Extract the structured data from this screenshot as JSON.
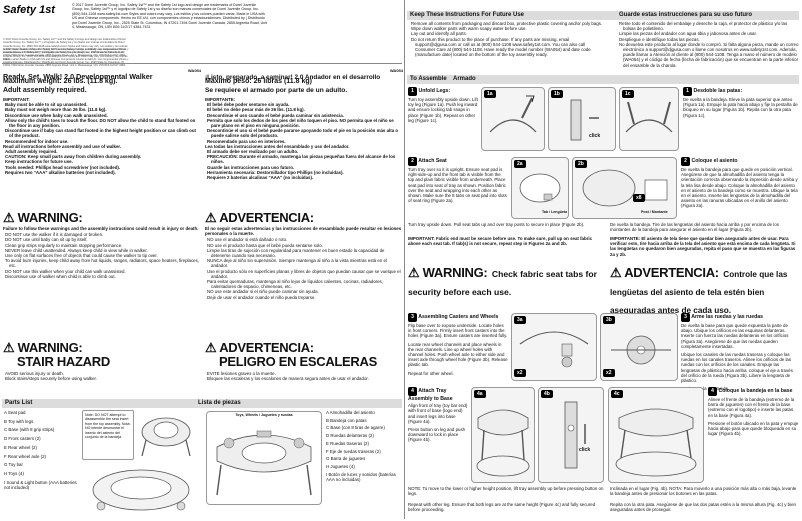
{
  "header": {
    "logo": "Safety 1st",
    "copyright": "© 2017 Dorel Juvenile Group, Inc. Safety 1st™ and the Safety 1st logo and design are trademarks of Dorel Juvenile Group, Inc. Safety 1st™ y el logotipo de Safety 1st y su diseño son marcas comerciales de Dorel Juvenile Group, Inc. (800) 544-1108 www.safety1st.com Styles and colors may vary. Los estilos y los colores pueden variar. Made in USA with US and Chinese components. Hecho en EE.UU. con componentes chinos y estadounidenses. Distributed by | Distribuido por Dorel Juvenile Group, Inc., 2525 State St, Columbus, IN 47201-7494 Dorel Juvenile Canada, 2855 Argentia Road, Unit 4, Mississauga, ON, L5N 8G6 11/2/17 4384-7431"
  },
  "english": {
    "title": "Ready, Set, Walk! 2.0 Developmental Walker",
    "model": "WA054",
    "max_weight": "Maximum weight: 26 lbs. (11.8 kg).",
    "adult_assembly": "Adult assembly required.",
    "important_label": "IMPORTANT:",
    "important": [
      "Baby must be able to sit up unassisted.",
      "Baby must not weigh more than 26 lbs. (11.8 kg).",
      "Discontinue use when baby can walk unassisted.",
      "Allow only the child's toes to touch the floor. DO NOT allow the child to stand flat footed on the floor in any position.",
      "Discontinue use if baby can stand flat footed in the highest height position or can climb out of the product.",
      "Recommended for indoor use."
    ],
    "read_all": "Read all instructions before assembly and use of walker.",
    "notes": [
      "Adult assembly required.",
      "CAUTION: Keep small parts away from children during assembly.",
      "Keep instructions for future use.",
      "Tools needed: Phillips head screwdriver (not included).",
      "Requires two \"AAA\" alkaline batteries (not included)."
    ],
    "warning_title": "WARNING:",
    "warning_intro": "Failure to follow these warnings and the assembly instructions could result in injury or death.",
    "warnings": [
      "DO NOT use the walker if it is damaged or broken.",
      "DO NOT use until baby can sit up by itself.",
      "Clean grip strips regularly to maintain stopping performance.",
      "NEVER leave child unattended. Always keep child in view while in walker.",
      "Use only on flat surfaces free of objects that could cause the walker to tip over.",
      "To avoid burn injuries, keep child away from hot liquids, ranges, radiators, space heaters, fireplaces, etc.",
      "DO NOT use this walker when your child can walk unassisted.",
      "Discontinue use of walker when child is able to climb out."
    ],
    "stair_title": "WARNING:",
    "stair_sub": "STAIR HAZARD",
    "stair": [
      "AVOID serious injury or death.",
      "Block stairs/steps securely before using walker."
    ]
  },
  "spanish": {
    "title": "¡Listo, preparado, a caminar! 2.0 Andador en el desarrollo",
    "model": "WA054",
    "max_weight": "Máximo peso: 26 libras (11.8 kg)",
    "adult_assembly": "Se requiere el armado por parte de un adulto.",
    "important_label": "IMPORTANTE:",
    "important": [
      "El bebé debe poder sentarse sin ayuda.",
      "El bebé no debe pesar más de 26 lbs. (11.8 kg).",
      "Descontinúe el uso cuando el bebé pueda caminar sin asistencia.",
      "Permita que solo los dedos de los pies del niño toquen el piso. NO permita que el niño se pare plano en el piso en ninguna posición.",
      "Descontinúe el uso si el bebé puede pararse apoyando todo el pie en la posición más alta o puede salirse solo del producto.",
      "Recomendado para uso en interiores."
    ],
    "read_all": "Lea todas las instrucciones antes del ensamblado y uso del andador.",
    "notes": [
      "El armado debe ser realizado por un adulto.",
      "PRECAUCIÓN: Durante el armado, mantenga las piezas pequeñas fuera del alcance de los niños.",
      "Guarde las instrucciones para uso futuro.",
      "Herramienta necesaria: Destornillador tipo Phillips (no incluidas).",
      "Requiere 2 baterías alcalinas \"AAA\" (no incluidas)."
    ],
    "warning_title": "ADVERTENCIA:",
    "warning_intro": "El no seguir estas advertencias y las instrucciones de ensamblado puede resultar en lesiones personales o la muerte.",
    "warnings": [
      "NO use el andador si está dañado o roto.",
      "NO use el producto hasta que el bebé pueda sentarse solo.",
      "Limpie las tiras de sujeción con regularidad para mantener en buen estado la capacidad de detenerse cuando sea necesario.",
      "NUNCA deje al niño sin supervisión. Siempre mantenga al niño a la vista mientras está en el andador.",
      "Use el producto sólo en superficies planas y libres de objetos que puedan causar que se vuelque el andador.",
      "Para evitar quemaduras, mantenga al niño lejos de líquidos calientes, cocinas, radiadores, calentadores de espacio, chimeneas, etc.",
      "NO use este andador si el niño puede caminar sin ayuda.",
      "Deje de usar el andador cuando el niño pueda treparse."
    ],
    "stair_title": "ADVERTENCIA:",
    "stair_sub": "PELIGRO EN ESCALERAS",
    "stair": [
      "EVITE lesiones graves o la muerte.",
      "Bloquee las escaleras y los escalones de manera segura antes de usar el andador."
    ]
  },
  "parts": {
    "title_en": "Parts List",
    "title_es": "Lista de piezas",
    "items_en": [
      "A  Seat pad",
      "B  Toy with legs",
      "C  Base (with 8 grip strips)",
      "D  Front casters (2)",
      "E  Rear wheel (2)",
      "F  Rear wheel axle (2)",
      "G  Toy bar",
      "H  Toys (4)",
      "I  Sound & Light button (AAA batteries not included)"
    ],
    "note": "Note: DO NOT attempt to disassemble the seat insert from the toy assembly. Nota: NO intente desmontar el inserto del asiento del conjunto de la bandeja.",
    "toys_label": "Toys, Wheels / Juguetes y ruedas",
    "items_es": [
      "A  Almohadilla del asiento",
      "B  Bandeja con patas",
      "C  Base (con 8 tiras de agarre)",
      "D  Ruedas delanteras (2)",
      "E  Ruedas traseras (2)",
      "F  Eje de ruedas traseras (2)",
      "G  Barra de juguetes",
      "H  Juguetes (4)",
      "I  Botón de luces y sonidos (baterías AAA no incluidas)"
    ]
  },
  "keep": {
    "title_en": "Keep These Instructions For Future Use",
    "title_es": "Guarde estas instrucciones para su uso futuro",
    "en": [
      "Remove all contents from packaging and discard box, protective plastic covering and/or poly bags.",
      "Wipe down walker parts with warm soapy water before use.",
      "Lay out and identify all parts.",
      "Do not return this product to the place of purchase. If any parts are missing, email support@djgusa.com or call us at (800) 544-1108 www.safety1st.com. You can also call Consumer Care at (800) 544-1108. Have ready the model number (WA054) and date code (manufacture date) located on the bottom of the toy assembly ready."
    ],
    "es": [
      "Retire todo el contenido del embalaje y deseche la caja, el protector de plástico y/o las bolsas de polietileno.",
      "Limpie las piezas del andador con agua tibia y jabonosa antes de usar.",
      "Despliegue e identifique todas las piezas.",
      "No devuelva este producto al lugar donde lo compró. Si falta alguna pieza, mande un correo electrónico a support@djgusa.com o llame con nosotros en www.safety1st.com. Además, puede llamar a Atención al cliente al (800) 544-1108. Tenga a mano el número de modelo (WA054) y el código de fecha (fecha de fabricación) que se encuentran en la parte inferior del ensamble de la charola."
    ]
  },
  "assemble": {
    "title_en": "To Assemble",
    "title_es": "Armado",
    "step1_en_title": "Unfold Legs:",
    "step1_en": "Turn toy assembly upside down. Lift toy leg (Figure 1a). Push leg inward and ensure locking tab snaps in place (Figure 1b). Repeat on other leg (Figure 1c).",
    "step1_es_title": "Desdoble las patas:",
    "step1_es": "De vuelta a la bandeja. Eleve la pata superior que anteo (Figura 1a). Empuje la pata hacia abajo y fije la pestaña de bloqueo en su lugar (Figura 1b). Repita con la otra pata (Figura 1c).",
    "click": "click",
    "step2_en_title": "Attach Seat",
    "step2_en": "Turn tray over so it is upright. Ensure seat pad is right-side-up and the front tab is visible from the top and plain fabric visible from underneath. Place seat pad into seat of tray as shown. Position fabric over the seat and wrapping into each other as shown. Make sure the 8 tabs on seat pad into slots of seat ring (Figure 2a).",
    "step2_en2": "Turn tray upside down. Pull seat tabs up and over tray posts to secure in place (Figure 2b).",
    "step2_en_imp": "IMPORTANT: Fabric end must be secure before use. To make sure, pull up on seat fabric above each seat tab. If tab(s) is not secure, repeat step in Figures 2a and 2b.",
    "tab_label": "Tab / Lengüeta",
    "post_label": "Post / Montante",
    "x8": "x8",
    "step2_es_title": "Coloque el asiento",
    "step2_es": "De vuelta la bandeja para que quede en posición vertical. Asegúrese de que la almohadilla del asiento tenga la orientación correcta observando la impresión desde arriba y la tela lisa desde abajo. Coloque la almohadilla del asiento en el asiento de la bandeja como se muestra. Ubique la tela en el asiento. Inserte las lengüetas de la almohadilla del asiento en las ranuras ubicadas en el anillo del asiento (Figura 2a).",
    "step2_es2": "De vuelta la bandeja. Tire de las lengüetas del asiento hacia arriba y por encima de los montantes de la bandeja para asegurar el asiento en el lugar (Figura 2b).",
    "step2_es_imp": "IMPORTANTE: El asiento de tela tiene que quedar bien asegurado antes de usar. Para verificar esto, tire hacia arriba de la tela del asiento que está encima de cada lengüeta. Si las lengüetas no quedaron bien aseguradas, repita el paso que se muestra en las figuras 2a y 2b.",
    "warn2_en": "WARNING:",
    "warn2_en_body": "Check fabric seat tabs for security before each use.",
    "warn2_es": "ADVERTENCIA:",
    "warn2_es_body": "Controle que las lengüetas del asiento de tela estén bien aseguradas antes de cada uso.",
    "step3_en_title": "Assembling Casters and Wheels",
    "step3_en": "Flip base over to expose underside. Locate holes in front corners. Firmly insert front casters into the holes (Figure 3a). Ensure casters are inserted fully.",
    "step3_en2": "Locate rear wheel channels and place wheels in the rear channels. Line up wheel holes with channel holes. Push wheel axle to either side and insert axle through wheel hole (Figure 3b). Release plastic tab.",
    "step3_en3": "Repeat for other wheel.",
    "x2": "x2",
    "step3_es_title": "Arme las ruedas y las ruedas",
    "step3_es": "De vuelta la base para que quede expuesta la parte de abajo. Ubique los orificios en las esquinas delanteras. Inserte con fuerza las ruedas delanteras en los orificios (Figura 3a). Asegúrese de que las ruedas queden completamente insertadas.",
    "step3_es2": "Ubique los canales de las ruedas traseras y coloque las ruedas en los canales traseros. Alinee los orificios de las ruedas con los orificios de los canales. Empuje las lengüetas de plástico hacia arriba, coloque el eje a través del orificio de la rueda (Figura 3b). Libere la lengüeta de plástico.",
    "step3_es3": "Repita con la otra rueda.",
    "step4_en_title": "Attach Tray Assembly to Base",
    "step4_en": "Align front of tray (toy bar end) with front of base (logo end) and insert legs into base (Figure 4a).",
    "step4_en2": "Press button on leg and push downward to lock in place (Figure 4b).",
    "step4_en3": "NOTE: To move to the lower or higher height position, lift tray assembly up before pressing button on legs.",
    "step4_en4": "Repeat with other leg. Ensure that both legs are at the same height (Figure 4c) and fully secured before proceeding.",
    "step4_es_title": "Coloque la bandeja en la base",
    "step4_es": "Alinee el frente de la bandeja (extremo de la barra de juguetes) con el frente de la base (extremo con el logotipo) e inserte las patas en la base (Figura 4a).",
    "step4_es2": "Presione el botón ubicado en la pata y empuje hacia abajo para que quede bloqueada en su lugar (Figura 4b).",
    "step4_es3": "Repita con la otra pata. Asegúrese de que las dos patas estén a la misma altura (Fig. 4c) y bien aseguradas antes de proseguir.",
    "step4_es_note": "Inclinada en el lugar (Fig. 4b). NOTA: Para moverlo a una posición más alta o más baja, levante la bandeja antes de presionar los botones en las patas."
  }
}
